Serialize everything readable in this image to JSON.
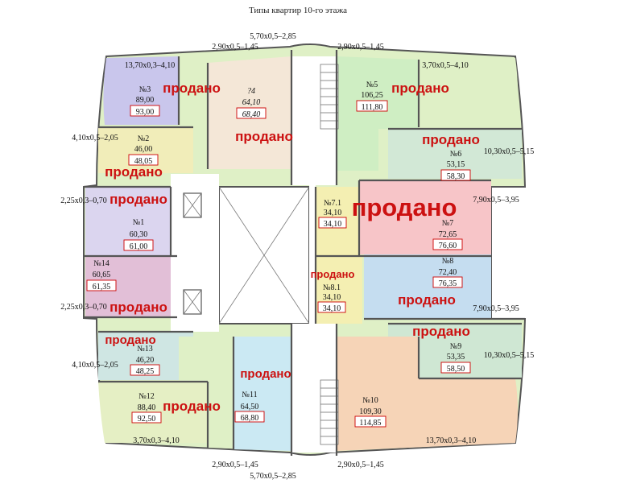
{
  "title": "Типы квартир 10-го этажа",
  "sold_label": "продано",
  "dimensions": [
    "5,70x0,5–2,85",
    "2,90x0,5–1,45",
    "2,90x0,5–1,45",
    "13,70x0,3–4,10",
    "3,70x0,5–4,10",
    "4,10x0,5–2,05",
    "10,30x0,5–5,15",
    "2,25x0,3–0,70",
    "7,90x0,5–3,95",
    "2,25x0,3–0,70",
    "7,90x0,5–3,95",
    "4,10x0,5–2,05",
    "10,30x0,5–5,15",
    "3,70x0,3–4,10",
    "13,70x0,3–4,10",
    "2,90x0,5–1,45",
    "2,90x0,5–1,45",
    "5,70x0,5–2,85"
  ],
  "apartments": [
    {
      "no": "№3",
      "area": "89,00",
      "area_total": "93,00",
      "color": "#c9c6ec"
    },
    {
      "no": "?4",
      "area": "64,10",
      "area_total": "68,40",
      "color": "#f4e7d7"
    },
    {
      "no": "№5",
      "area": "106,25",
      "area_total": "111,80",
      "color": "#cfeec3"
    },
    {
      "no": "№2",
      "area": "46,00",
      "area_total": "48,05",
      "color": "#f1edb9"
    },
    {
      "no": "№6",
      "area": "53,15",
      "area_total": "58,30",
      "color": "#d2e8d6"
    },
    {
      "no": "№1",
      "area": "60,30",
      "area_total": "61,00",
      "color": "#dbd5ef"
    },
    {
      "no": "№7.1",
      "area": "34,10",
      "area_total": "34,10",
      "color": "#f4efb2"
    },
    {
      "no": "№7",
      "area": "72,65",
      "area_total": "76,60",
      "color": "#f7c5c8"
    },
    {
      "no": "№14",
      "area": "60,65",
      "area_total": "61,35",
      "color": "#e2bfd7"
    },
    {
      "no": "№8",
      "area": "72,40",
      "area_total": "76,35",
      "color": "#c5ddf0"
    },
    {
      "no": "№8.1",
      "area": "34,10",
      "area_total": "34,10",
      "color": "#f4efb2"
    },
    {
      "no": "№13",
      "area": "46,20",
      "area_total": "48,25",
      "color": "#cfe6e3"
    },
    {
      "no": "№9",
      "area": "53,35",
      "area_total": "58,50",
      "color": "#cfe7d3"
    },
    {
      "no": "№12",
      "area": "88,40",
      "area_total": "92,50",
      "color": "#e5efc4"
    },
    {
      "no": "№11",
      "area": "64,50",
      "area_total": "68,80",
      "color": "#cbe9f3"
    },
    {
      "no": "№10",
      "area": "109,30",
      "area_total": "114,85",
      "color": "#f6d4b7"
    }
  ],
  "colors": {
    "sold": "#cc1111",
    "wall": "#555555",
    "core": "#ffffff",
    "green_strip": "#dff0c6"
  }
}
